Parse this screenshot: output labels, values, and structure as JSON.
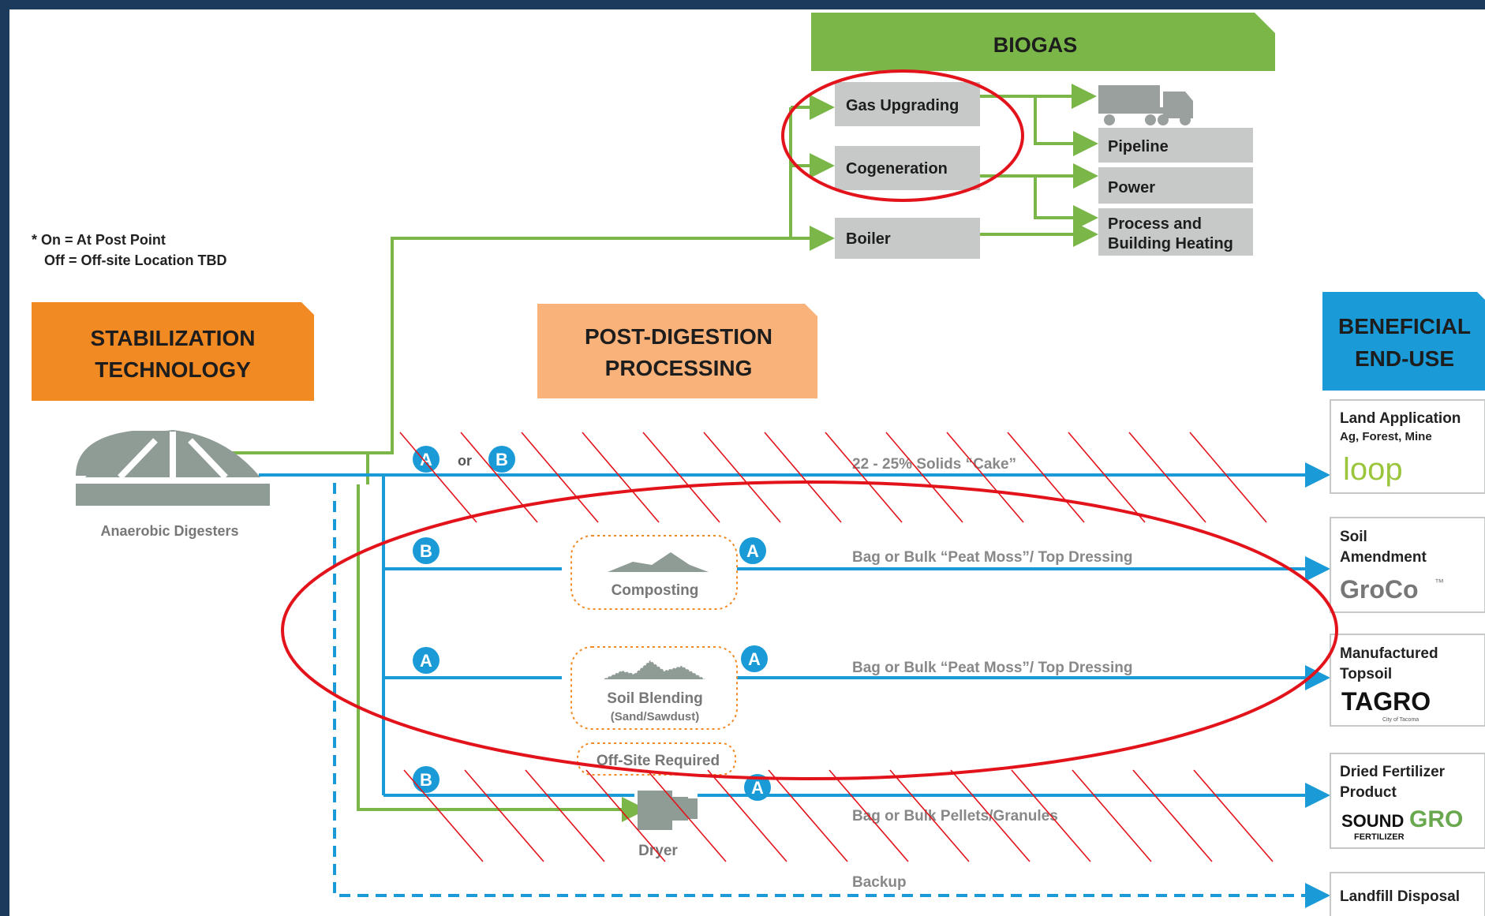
{
  "notes": {
    "line1": "* On = At Post Point",
    "line2": "Off = Off-site Location TBD"
  },
  "headers": {
    "biogas": "BIOGAS",
    "stabilization": [
      "STABILIZATION",
      "TECHNOLOGY"
    ],
    "post_digestion": [
      "POST-DIGESTION",
      "PROCESSING"
    ],
    "beneficial": [
      "BENEFICIAL",
      "END-USE"
    ]
  },
  "biogas_uses": [
    "Gas Upgrading",
    "Cogeneration",
    "Boiler"
  ],
  "biogas_products": [
    "Pipeline",
    "Power",
    "Process and",
    "Building Heating"
  ],
  "digester_label": "Anaerobic Digesters",
  "badges": {
    "a": "A",
    "b": "B",
    "or": "or"
  },
  "processes": {
    "composting": "Composting",
    "soil_blending": "Soil Blending",
    "soil_blending_sub": "(Sand/Sawdust)",
    "offsite": "Off-Site Required",
    "dryer": "Dryer"
  },
  "flows": {
    "cake": "22 - 25% Solids “Cake”",
    "peat1": "Bag or Bulk “Peat Moss”/ Top Dressing",
    "peat2": "Bag or Bulk “Peat Moss”/ Top Dressing",
    "pellets": "Bag or Bulk Pellets/Granules",
    "backup": "Backup"
  },
  "end_uses": {
    "land_title": "Land Application",
    "land_sub": "Ag, Forest, Mine",
    "land_logo": "loop",
    "soil_title1": "Soil",
    "soil_title2": "Amendment",
    "soil_logo": "GroCo",
    "soil_tm": "™",
    "topsoil_title1": "Manufactured",
    "topsoil_title2": "Topsoil",
    "topsoil_logo": "TAGRO",
    "topsoil_logo_sub": "City of Tacoma",
    "fert_title1": "Dried Fertilizer",
    "fert_title2": "Product",
    "fert_logo1": "SOUND",
    "fert_logo2": "GRO",
    "fert_logo3": "FERTILIZER",
    "landfill": "Landfill Disposal"
  },
  "colors": {
    "green": "#7ab648",
    "blue": "#1a9ad6",
    "orange": "#f28a24",
    "light_orange": "#f8b27a",
    "gray_box": "#c6c9c8",
    "red": "#e3131b",
    "dark_blue": "#1b3a5c"
  }
}
